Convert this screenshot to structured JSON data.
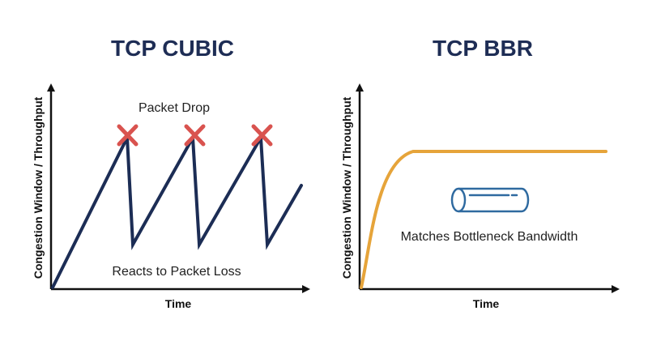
{
  "left_panel": {
    "title": "TCP CUBIC",
    "y_axis_label": "Congestion Window / Throughput",
    "x_axis_label": "Time",
    "top_annotation": "Packet Drop",
    "bottom_annotation": "Reacts to Packet Loss",
    "line_color": "#1c2d55",
    "marker_color": "#d9534f",
    "marker_icon": "x-mark-icon",
    "drop_count": 3
  },
  "right_panel": {
    "title": "TCP BBR",
    "y_axis_label": "Congestion Window / Throughput",
    "x_axis_label": "Time",
    "annotation": "Matches Bottleneck Bandwidth",
    "curve_color": "#e6a43a",
    "pipe_icon": "pipe-icon",
    "pipe_color": "#2f6aa0"
  },
  "colors": {
    "title": "#1e2d55",
    "axis": "#111111"
  }
}
